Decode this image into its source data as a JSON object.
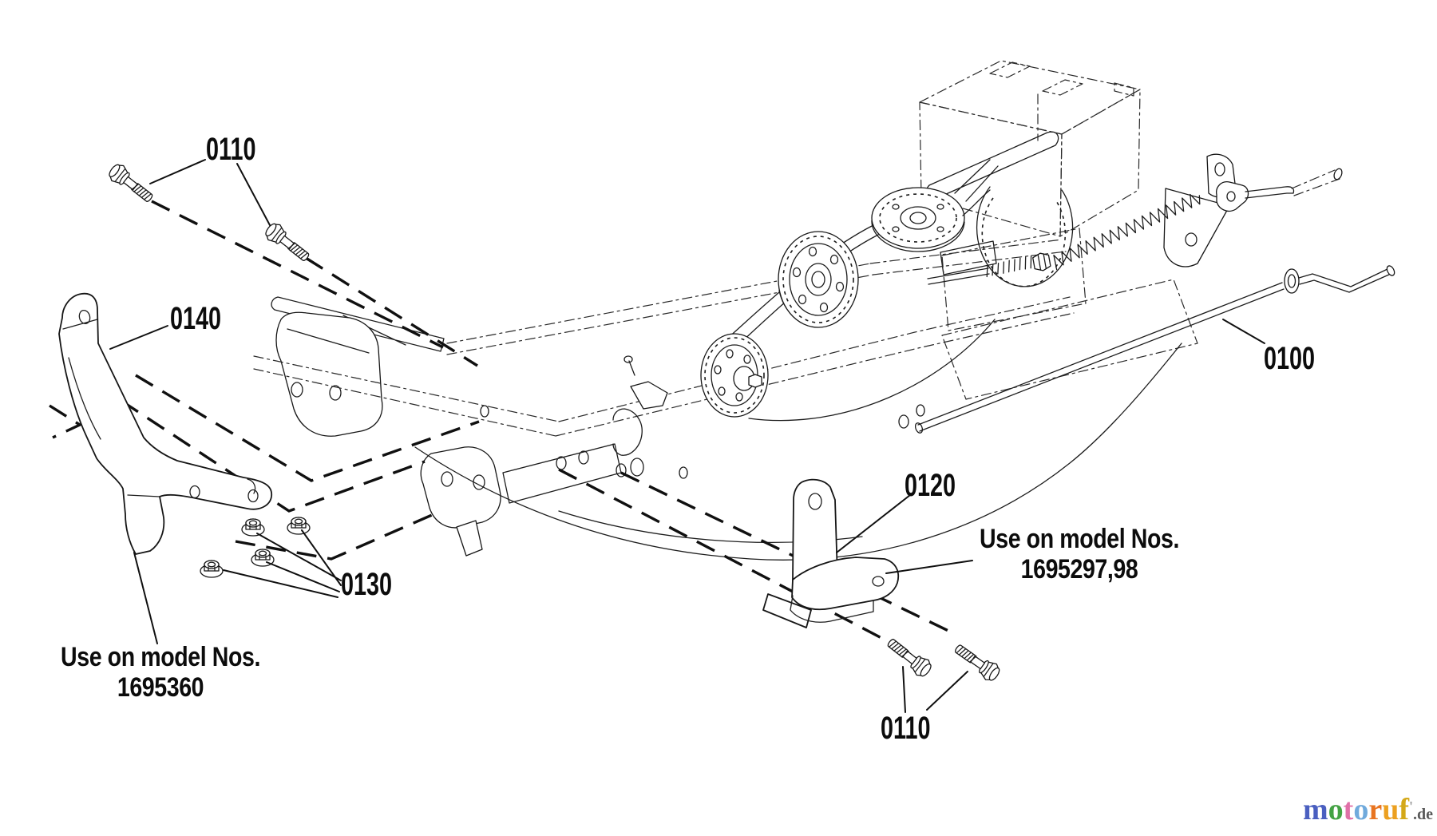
{
  "page": {
    "background": "#ffffff",
    "line_color": "#1c1c1c"
  },
  "diagram": {
    "callouts": [
      {
        "id": "bolts-top",
        "text": "0110"
      },
      {
        "id": "bracket-left",
        "text": "0140"
      },
      {
        "id": "flange-nuts",
        "text": "0130"
      },
      {
        "id": "bracket-right",
        "text": "0120"
      },
      {
        "id": "lift-rod",
        "text": "0100"
      },
      {
        "id": "bolts-bottom",
        "text": "0110"
      }
    ],
    "notes": [
      {
        "id": "left-model-note",
        "line1": "Use on model Nos.",
        "line2": "1695360"
      },
      {
        "id": "right-model-note",
        "line1": "Use on model Nos.",
        "line2": "1695297,98"
      }
    ]
  },
  "watermark": {
    "letters": [
      {
        "ch": "m",
        "color": "#4a5fc0"
      },
      {
        "ch": "o",
        "color": "#44a244"
      },
      {
        "ch": "t",
        "color": "#e070a8"
      },
      {
        "ch": "o",
        "color": "#70aadc"
      },
      {
        "ch": "r",
        "color": "#e87420"
      },
      {
        "ch": "u",
        "color": "#eca020"
      },
      {
        "ch": "f",
        "color": "#d4a818"
      }
    ],
    "tick": "'",
    "tick_color": "#9a9a9a",
    "suffix": ".de",
    "suffix_color": "#5a5a5a"
  }
}
